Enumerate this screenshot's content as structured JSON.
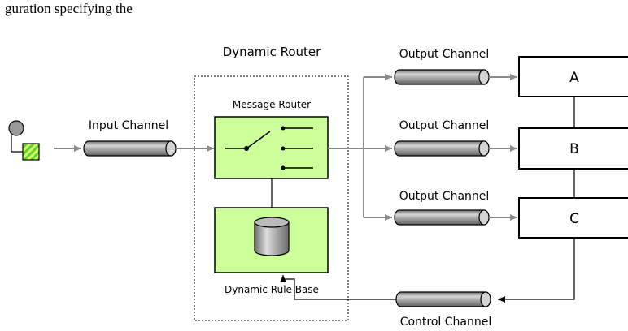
{
  "caption": "guration specifying the",
  "router": {
    "title": "Dynamic Router",
    "message_router_label": "Message Router",
    "rule_base_label": "Dynamic Rule Base"
  },
  "channels": {
    "input_label": "Input Channel",
    "output_labels": [
      "Output Channel",
      "Output Channel",
      "Output Channel"
    ],
    "control_label": "Control Channel"
  },
  "receivers": [
    "A",
    "B",
    "C"
  ],
  "colors": {
    "router_fill": "#ccff99",
    "channel_fill": "#a9a9a9",
    "arrow": "#999999",
    "outline": "#000000",
    "sender_circle": "#999999",
    "sender_message": "#66cc33"
  }
}
